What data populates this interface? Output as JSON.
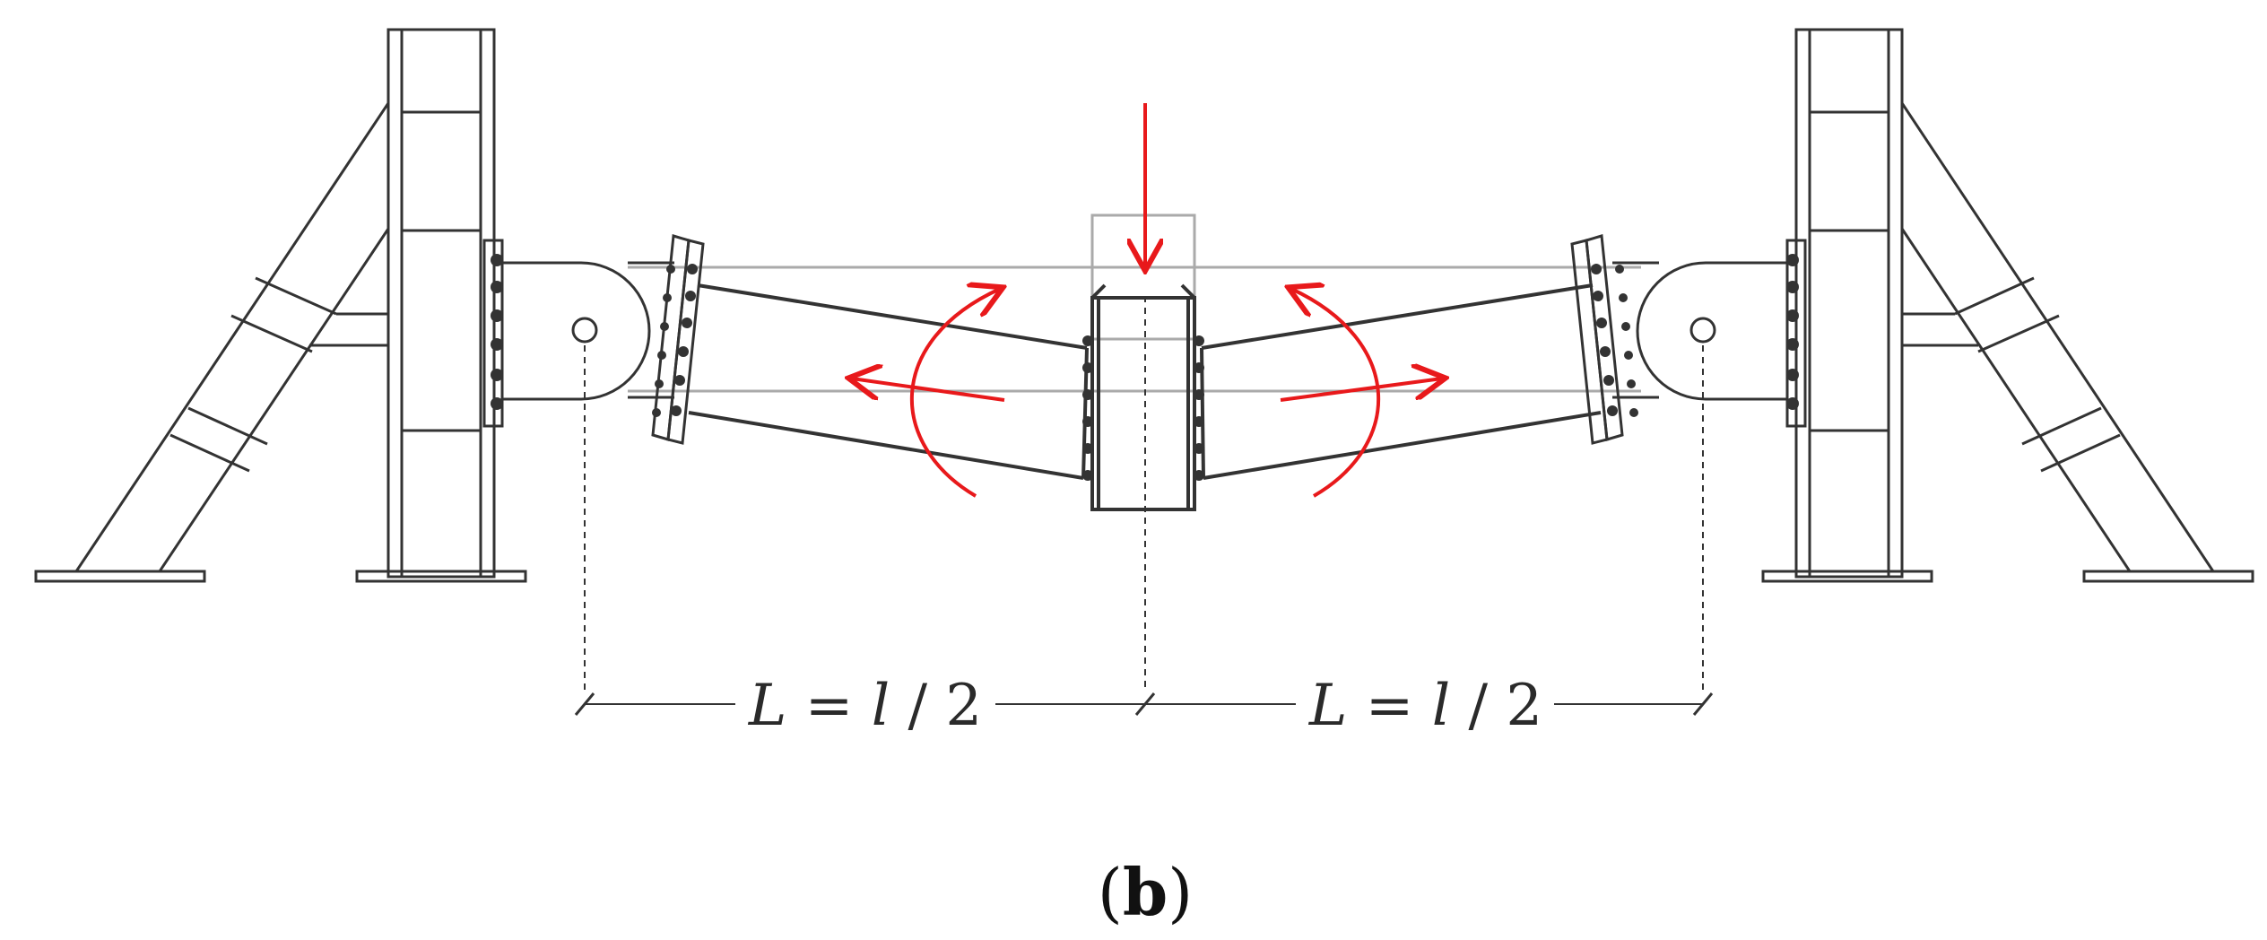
{
  "dimensions": {
    "left": {
      "var": "L",
      "eq": " = ",
      "expr": "l",
      "rest": " / 2"
    },
    "right": {
      "var": "L",
      "eq": " = ",
      "expr": "l",
      "rest": " / 2"
    }
  },
  "panel_label": {
    "open": "(",
    "letter": "b",
    "close": ")"
  },
  "colors": {
    "line": "#333333",
    "light_line": "#999999",
    "load": "#e8191b",
    "background": "#ffffff"
  }
}
